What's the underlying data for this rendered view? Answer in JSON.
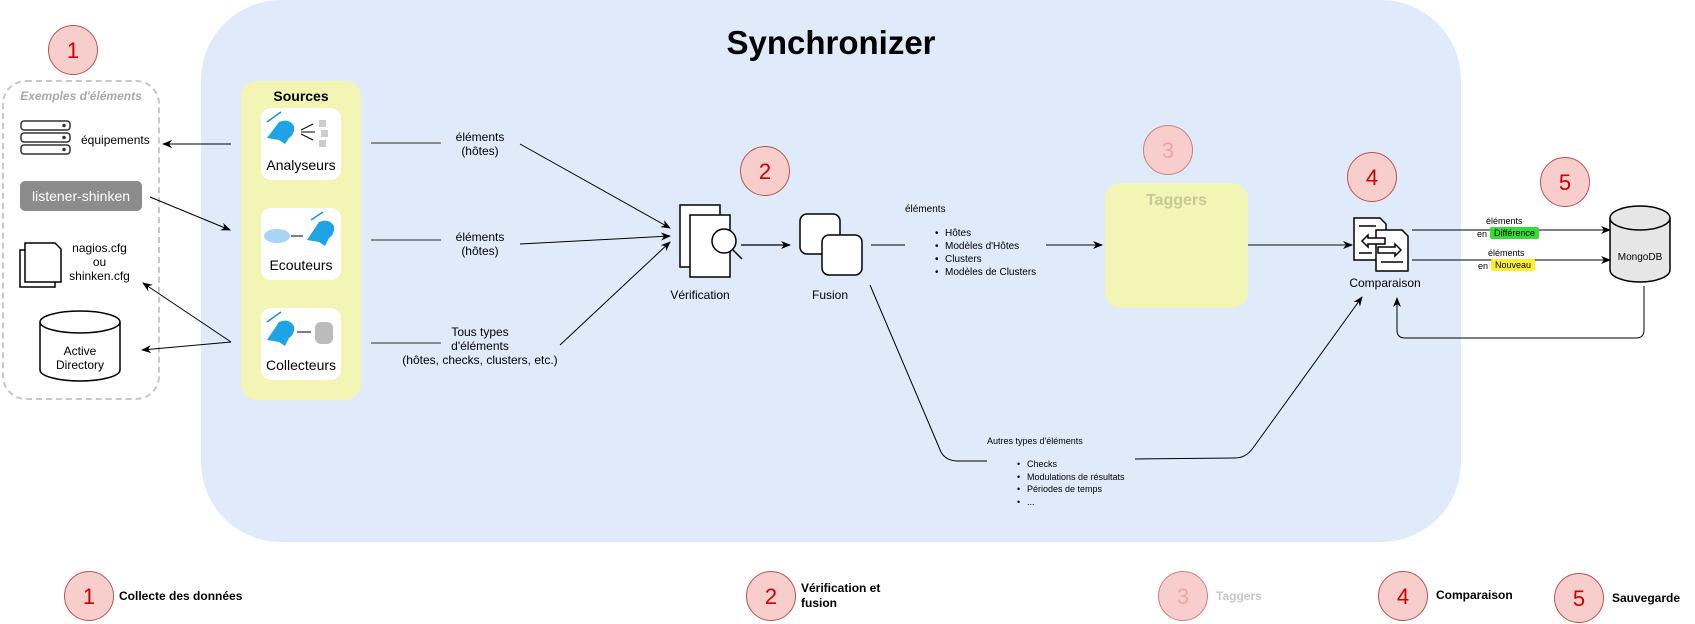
{
  "title": "Synchronizer",
  "badges": {
    "b1": "1",
    "b2": "2",
    "b3": "3",
    "b4": "4",
    "b5": "5"
  },
  "examples": {
    "title": "Exemples d'éléments",
    "equipment": "équipements",
    "listener": "listener-shinken",
    "cfg_line1": "nagios.cfg",
    "cfg_line2": "ou",
    "cfg_line3": "shinken.cfg",
    "ad_line1": "Active",
    "ad_line2": "Directory"
  },
  "sources": {
    "title": "Sources",
    "items": [
      {
        "label": "Analyseurs"
      },
      {
        "label": "Ecouteurs"
      },
      {
        "label": "Collecteurs"
      }
    ]
  },
  "flows": {
    "analyseurs_l1": "éléments",
    "analyseurs_l2": "(hôtes)",
    "ecouteurs_l1": "éléments",
    "ecouteurs_l2": "(hôtes)",
    "collecteurs_l1": "Tous types",
    "collecteurs_l2": "d'éléments",
    "collecteurs_l3": "(hôtes, checks, clusters, etc.)"
  },
  "steps": {
    "verification": "Vérification",
    "fusion": "Fusion",
    "comparaison": "Comparaison",
    "mongodb": "MongoDB",
    "taggers": "Taggers"
  },
  "elements_list": {
    "title": "éléments",
    "items": [
      "Hôtes",
      "Modèles d'Hôtes",
      "Clusters",
      "Modèles de Clusters"
    ]
  },
  "other_list": {
    "title": "Autres types d'éléments",
    "items": [
      "Checks",
      "Modulations de résultats",
      "Périodes de temps",
      "..."
    ]
  },
  "outputs": {
    "diff_l1": "éléments",
    "diff_en": "en",
    "diff_tag": "Différence",
    "new_l1": "éléments",
    "new_en": "en",
    "new_tag": "Nouveau"
  },
  "colors": {
    "panel": "#dfeafb",
    "sources_bg": "#f3f5b4",
    "badge_fill": "#f8cecc",
    "badge_text": "#cc0000",
    "tag_diff": "#33dd33",
    "tag_new": "#ffee33"
  },
  "legend": [
    {
      "num": "1",
      "text": "Collecte des données"
    },
    {
      "num": "2",
      "text": "Vérification et fusion"
    },
    {
      "num": "3",
      "text": "Taggers"
    },
    {
      "num": "4",
      "text": "Comparaison"
    },
    {
      "num": "5",
      "text": "Sauvegarde"
    }
  ]
}
